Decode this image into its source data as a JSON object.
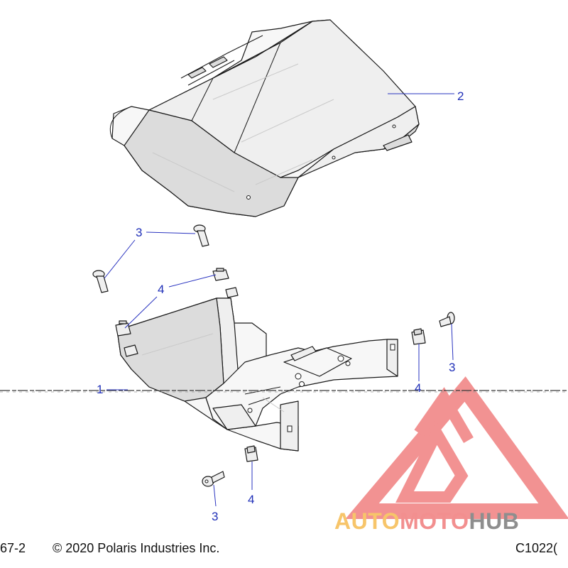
{
  "callouts": [
    {
      "id": "part-2",
      "label": "2"
    },
    {
      "id": "bolt-top",
      "label": "3"
    },
    {
      "id": "nut-upper",
      "label": "4"
    },
    {
      "id": "bolt-right",
      "label": "3"
    },
    {
      "id": "plate",
      "label": "1"
    },
    {
      "id": "nut-right",
      "label": "4"
    },
    {
      "id": "nut-bottom",
      "label": "4"
    },
    {
      "id": "bolt-bottom",
      "label": "3"
    }
  ],
  "footer": {
    "left": "67-2",
    "center": "© 2020 Polaris Industries Inc.",
    "right": "C1022("
  },
  "watermark": {
    "part1": "AUTO",
    "part2": "MOTO",
    "part3": "HUB",
    "colors": {
      "auto": "#f7c56a",
      "moto": "#f28f8f",
      "hub": "#8e8e8e",
      "logo": "#f07f7f"
    }
  }
}
